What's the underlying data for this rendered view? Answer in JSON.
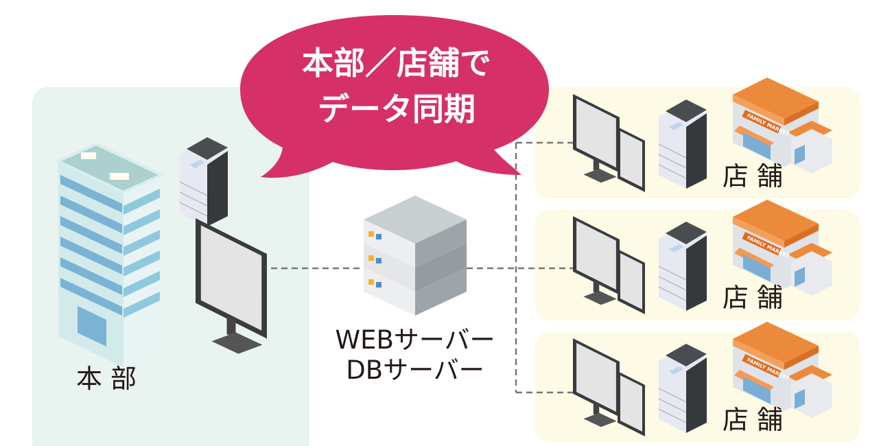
{
  "bubble": {
    "line1": "本部／店舗で",
    "line2": "データ同期"
  },
  "hq": {
    "label": "本 部"
  },
  "server": {
    "line1": "WEBサーバー",
    "line2": "DBサーバー"
  },
  "stores": [
    {
      "label": "店 舗"
    },
    {
      "label": "店 舗"
    },
    {
      "label": "店 舗"
    }
  ],
  "store_sign": "FAMILY MARKET",
  "colors": {
    "hq_panel": "#e9f3ef",
    "store_panel": "#fdfbe6",
    "bubble": "#d63068",
    "connector": "#777777",
    "store_roof": "#ec8a3c"
  }
}
